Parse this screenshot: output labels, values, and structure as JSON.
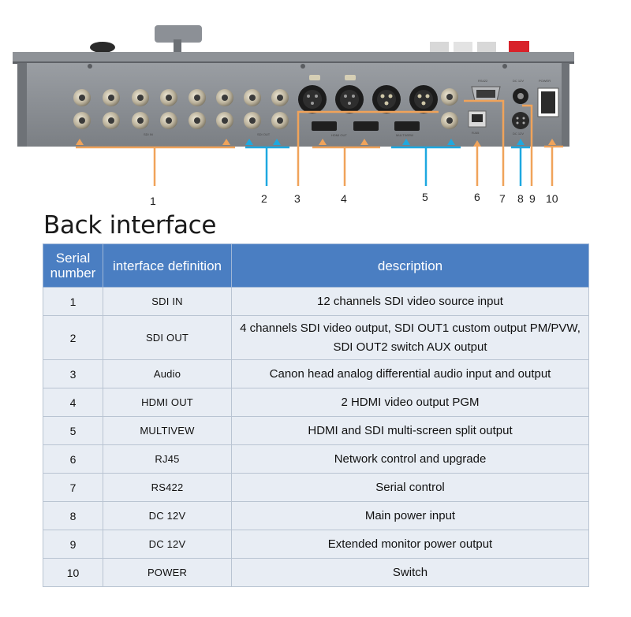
{
  "heading": "Back interface",
  "callouts": [
    "1",
    "2",
    "3",
    "4",
    "5",
    "6",
    "7",
    "8",
    "9",
    "10"
  ],
  "colors": {
    "orange": "#f0a35a",
    "blue": "#1ea8e0",
    "header_blue": "#4a7ec2",
    "row_bg": "#e8edf4"
  },
  "table": {
    "headers": {
      "serial": "Serial number",
      "interface": "interface definition",
      "description": "description"
    },
    "rows": [
      {
        "serial": "1",
        "interface": "SDI IN",
        "description": "12 channels SDI video source input"
      },
      {
        "serial": "2",
        "interface": "SDI OUT",
        "description": "4 channels SDI video output, SDI OUT1 custom output PM/PVW, SDI OUT2 switch AUX output"
      },
      {
        "serial": "3",
        "interface": "Audio",
        "description": "Canon head analog differential audio input and output"
      },
      {
        "serial": "4",
        "interface": "HDMI OUT",
        "description": "2 HDMI video output PGM"
      },
      {
        "serial": "5",
        "interface": "MULTIVEW",
        "description": "HDMI and SDI multi-screen split output"
      },
      {
        "serial": "6",
        "interface": "RJ45",
        "description": "Network control and upgrade"
      },
      {
        "serial": "7",
        "interface": "RS422",
        "description": "Serial control"
      },
      {
        "serial": "8",
        "interface": "DC 12V",
        "description": "Main power input"
      },
      {
        "serial": "9",
        "interface": "DC 12V",
        "description": "Extended monitor power output"
      },
      {
        "serial": "10",
        "interface": "POWER",
        "description": "Switch"
      }
    ]
  }
}
